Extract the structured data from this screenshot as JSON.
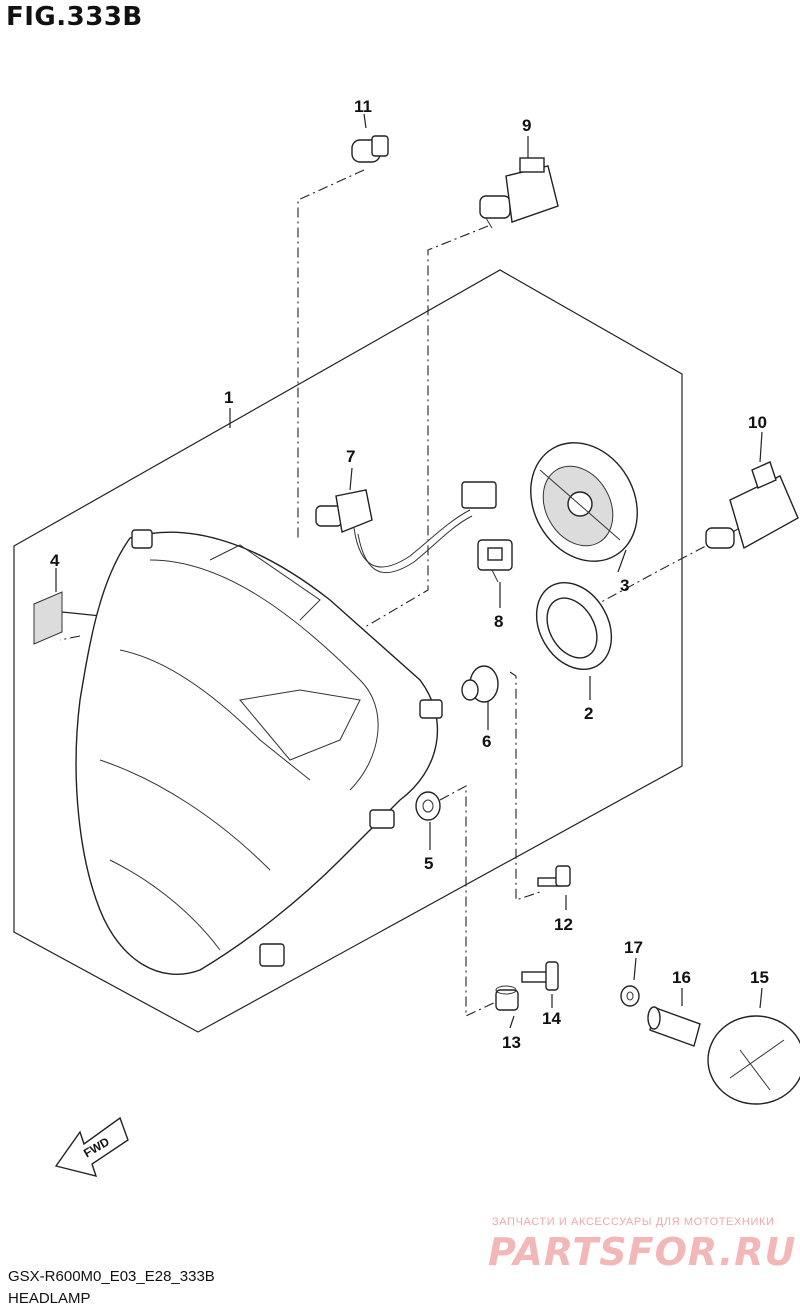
{
  "figure": {
    "title": "FIG.333B"
  },
  "footer": {
    "model_code": "GSX-R600M0_E03_E28_333B",
    "name": "HEADLAMP"
  },
  "fwd_label": "FWD",
  "watermark": {
    "tagline": "ЗАПЧАСТИ И АКСЕССУАРЫ ДЛЯ МОТОТЕХНИКИ",
    "brand": "PARTSFOR.RU"
  },
  "callouts": {
    "c1": "1",
    "c2": "2",
    "c3": "3",
    "c4": "4",
    "c5": "5",
    "c6": "6",
    "c7": "7",
    "c8": "8",
    "c9": "9",
    "c10": "10",
    "c11": "11",
    "c12": "12",
    "c13": "13",
    "c14": "14",
    "c15": "15",
    "c16": "16",
    "c17": "17"
  }
}
